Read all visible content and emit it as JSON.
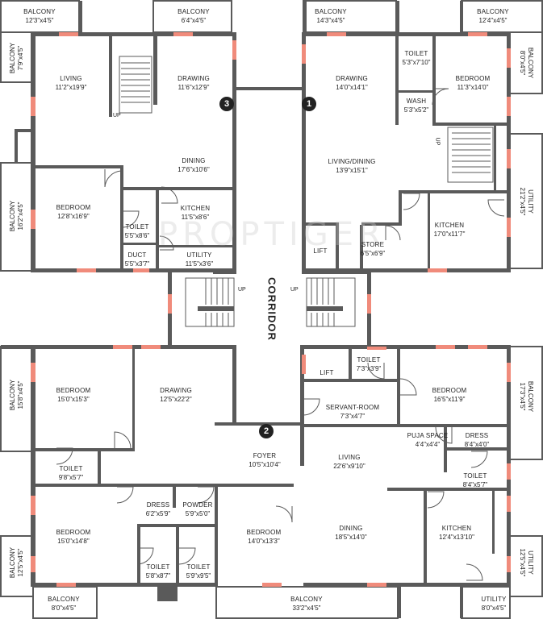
{
  "watermark": "PROPTIGER",
  "corridor": "CORRIDOR",
  "up": "UP",
  "markers": [
    "1",
    "2",
    "3"
  ],
  "rooms": {
    "tl_balcony_top": {
      "name": "BALCONY",
      "dim": "12'3\"x4'5\""
    },
    "tl_balcony_top2": {
      "name": "BALCONY",
      "dim": "6'4\"x4'5\""
    },
    "tl_balcony_left": {
      "name": "BALCONY",
      "dim": "7'9\"x4'5\""
    },
    "tl_living": {
      "name": "LIVING",
      "dim": "11'2\"x19'9\""
    },
    "tl_drawing": {
      "name": "DRAWING",
      "dim": "11'6\"x12'9\""
    },
    "tl_dining": {
      "name": "DINING",
      "dim": "17'6\"x10'6\""
    },
    "tl_balcony_left2": {
      "name": "BALCONY",
      "dim": "16'2\"x4'5\""
    },
    "tl_bedroom": {
      "name": "BEDROOM",
      "dim": "12'8\"x16'9\""
    },
    "tl_toilet": {
      "name": "TOILET",
      "dim": "5'5\"x8'6\""
    },
    "tl_kitchen": {
      "name": "KITCHEN",
      "dim": "11'5\"x8'6\""
    },
    "tl_duct": {
      "name": "DUCT",
      "dim": "5'5\"x3'7\""
    },
    "tl_utility": {
      "name": "UTILITY",
      "dim": "11'5\"x3'6\""
    },
    "tr_balcony_top": {
      "name": "BALCONY",
      "dim": "14'3\"x4'5\""
    },
    "tr_balcony_top2": {
      "name": "BALCONY",
      "dim": "12'4\"x4'5\""
    },
    "tr_balcony_right": {
      "name": "BALCONY",
      "dim": "8'0\"x4'5\""
    },
    "tr_drawing": {
      "name": "DRAWING",
      "dim": "14'0\"x14'1\""
    },
    "tr_toilet": {
      "name": "TOILET",
      "dim": "5'3\"x7'10\""
    },
    "tr_bedroom": {
      "name": "BEDROOM",
      "dim": "11'3\"x14'0\""
    },
    "tr_wash": {
      "name": "WASH",
      "dim": "5'3\"x5'2\""
    },
    "tr_living_dining": {
      "name": "LIVING/DINING",
      "dim": "13'9\"x15'1\""
    },
    "tr_kitchen": {
      "name": "KITCHEN",
      "dim": "17'0\"x11'7\""
    },
    "tr_utility": {
      "name": "UTILITY",
      "dim": "21'2\"x4'5\""
    },
    "tr_lift": {
      "name": "LIFT"
    },
    "tr_store": {
      "name": "STORE",
      "dim": "6'5\"x6'9\""
    },
    "bl_balcony_left": {
      "name": "BALCONY",
      "dim": "15'8\"x4'5\""
    },
    "bl_bedroom": {
      "name": "BEDROOM",
      "dim": "15'0\"x15'3\""
    },
    "bl_drawing": {
      "name": "DRAWING",
      "dim": "12'5\"x22'2\""
    },
    "bl_toilet": {
      "name": "TOILET",
      "dim": "9'8\"x5'7\""
    },
    "bl_foyer": {
      "name": "FOYER",
      "dim": "10'5\"x10'4\""
    },
    "bl_dress": {
      "name": "DRESS",
      "dim": "6'2\"x5'9\""
    },
    "bl_powder": {
      "name": "POWDER",
      "dim": "5'9\"x5'0\""
    },
    "bl_bedroom2": {
      "name": "BEDROOM",
      "dim": "15'0\"x14'8\""
    },
    "bl_bedroom3": {
      "name": "BEDROOM",
      "dim": "14'0\"x13'3\""
    },
    "bl_toilet2": {
      "name": "TOILET",
      "dim": "5'8\"x8'7\""
    },
    "bl_toilet3": {
      "name": "TOILET",
      "dim": "5'9\"x9'5\""
    },
    "bl_balcony_left2": {
      "name": "BALCONY",
      "dim": "12'5\"x4'5\""
    },
    "bl_balcony_bottom": {
      "name": "BALCONY",
      "dim": "8'0\"x4'5\""
    },
    "b_balcony_bottom": {
      "name": "BALCONY",
      "dim": "33'2\"x4'5\""
    },
    "br_lift": {
      "name": "LIFT"
    },
    "br_toilet": {
      "name": "TOILET",
      "dim": "7'3\"x3'9\""
    },
    "br_servant": {
      "name": "SERVANT-ROOM",
      "dim": "7'3\"x4'7\""
    },
    "br_bedroom": {
      "name": "BEDROOM",
      "dim": "16'5\"x11'9\""
    },
    "br_balcony_right": {
      "name": "BALCONY",
      "dim": "17'3\"x4'5\""
    },
    "br_puja": {
      "name": "PUJA SPACE",
      "dim": "4'4\"x4'4\""
    },
    "br_dress": {
      "name": "DRESS",
      "dim": "8'4\"x4'0\""
    },
    "br_living": {
      "name": "LIVING",
      "dim": "22'6\"x9'10\""
    },
    "br_toilet2": {
      "name": "TOILET",
      "dim": "8'4\"x5'7\""
    },
    "br_dining": {
      "name": "DINING",
      "dim": "18'5\"x14'0\""
    },
    "br_kitchen": {
      "name": "KITCHEN",
      "dim": "12'4\"x13'10\""
    },
    "br_utility_right": {
      "name": "UTILITY",
      "dim": "12'5\"x4'5\""
    },
    "br_utility_bottom": {
      "name": "UTILITY",
      "dim": "8'0\"x4'5\""
    }
  }
}
